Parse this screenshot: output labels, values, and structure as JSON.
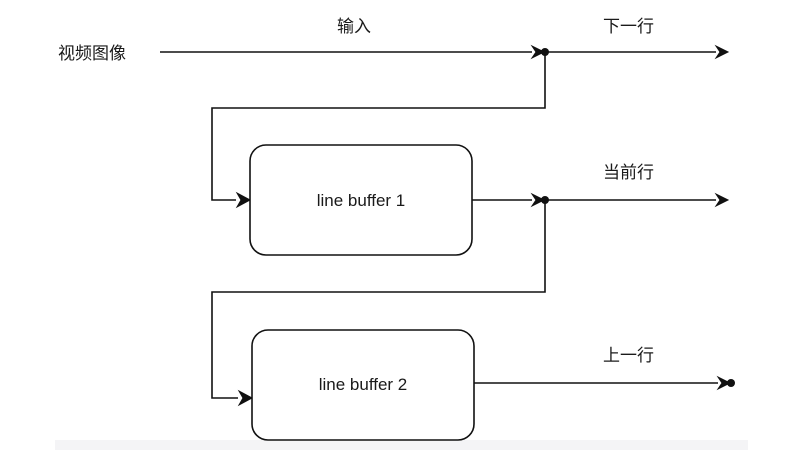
{
  "labels": {
    "video_input": "视频图像",
    "input": "输入",
    "next_row": "下一行",
    "current_row": "当前行",
    "previous_row": "上一行"
  },
  "boxes": {
    "line_buffer_1": "line buffer 1",
    "line_buffer_2": "line buffer 2"
  }
}
